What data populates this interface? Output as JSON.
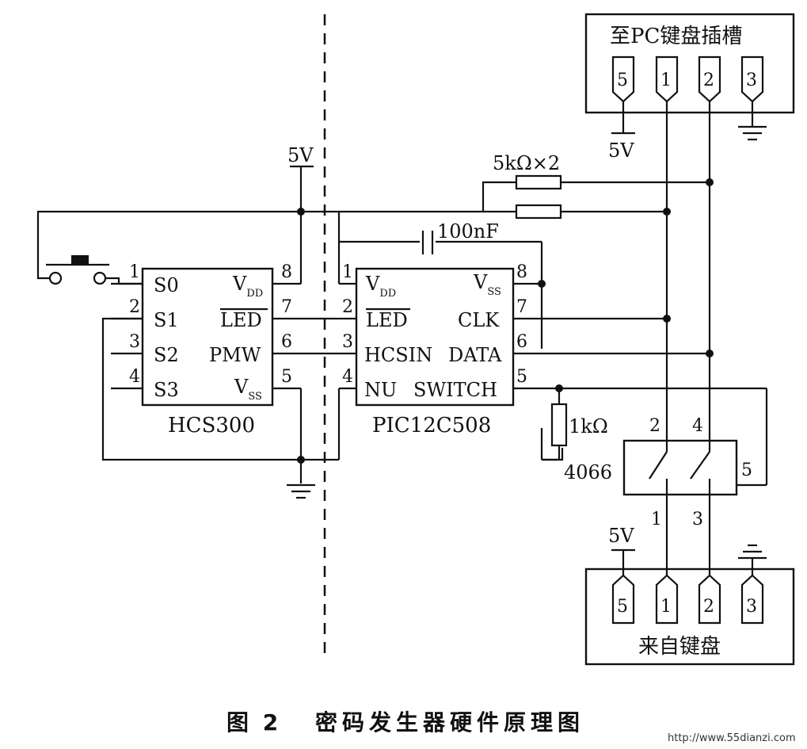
{
  "colors": {
    "ink": "#111111",
    "background": "#ffffff"
  },
  "supply": {
    "vcc": "5V",
    "ground_symbol": "ground-icon"
  },
  "connector_to_pc": {
    "title": "至PC键盘插槽",
    "pins": [
      "5",
      "1",
      "2",
      "3"
    ],
    "supply_label": "5V"
  },
  "connector_from_keyboard": {
    "title": "来自键盘",
    "pins": [
      "5",
      "1",
      "2",
      "3"
    ],
    "supply_label": "5V"
  },
  "hcs300": {
    "name": "HCS300",
    "left_pins": [
      {
        "num": "1",
        "label": "S0"
      },
      {
        "num": "2",
        "label": "S1"
      },
      {
        "num": "3",
        "label": "S2"
      },
      {
        "num": "4",
        "label": "S3"
      }
    ],
    "right_pins": [
      {
        "num": "8",
        "label": "V",
        "sub": "DD"
      },
      {
        "num": "7",
        "label": "LED"
      },
      {
        "num": "6",
        "label": "PMW"
      },
      {
        "num": "5",
        "label": "V",
        "sub": "SS"
      }
    ]
  },
  "pic12c508": {
    "name": "PIC12C508",
    "left_pins": [
      {
        "num": "1",
        "label": "V",
        "sub": "DD"
      },
      {
        "num": "2",
        "label": "LED"
      },
      {
        "num": "3",
        "label": "HCSIN"
      },
      {
        "num": "4",
        "label": "NU"
      }
    ],
    "right_pins": [
      {
        "num": "8",
        "label": "V",
        "sub": "SS"
      },
      {
        "num": "7",
        "label": "CLK"
      },
      {
        "num": "6",
        "label": "DATA"
      },
      {
        "num": "5",
        "label": "SWITCH"
      }
    ]
  },
  "switch_4066": {
    "name": "4066",
    "pins": {
      "top_left": "2",
      "top_right": "4",
      "right": "5",
      "bottom_left": "1",
      "bottom_right": "3"
    }
  },
  "components": {
    "pullup_resistors": "5kΩ×2",
    "capacitor": "100nF",
    "resistor_1k": "1kΩ",
    "push_button": "push-button-icon"
  },
  "caption": {
    "figure_number": "图 2",
    "title": "密码发生器硬件原理图"
  },
  "watermark": "http://www.55dianzi.com"
}
